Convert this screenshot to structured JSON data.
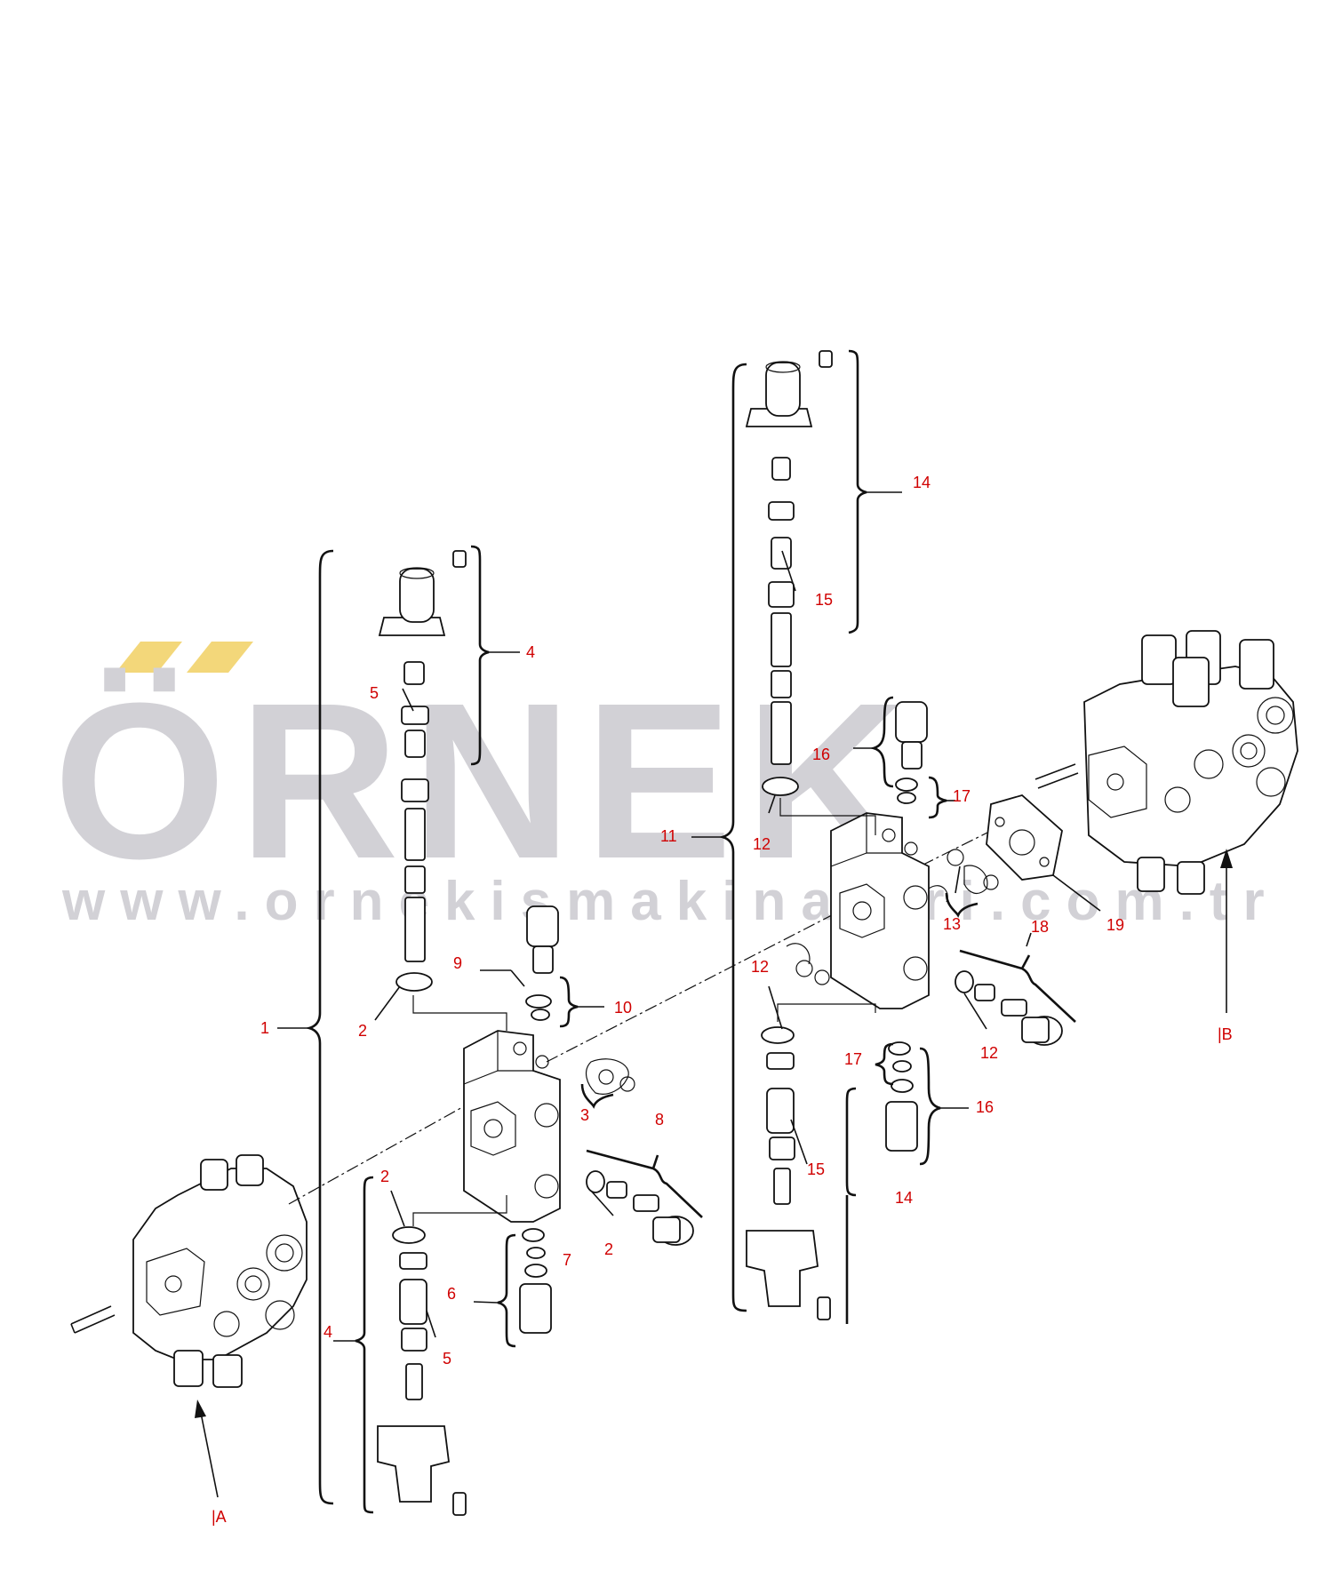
{
  "watermark": {
    "brand": "ÖRNEK",
    "url": "www.ornekismakinalari.com.tr",
    "accent_color": "#f3d77a",
    "text_color": "#d2d1d6"
  },
  "callouts": {
    "c1": "1",
    "c2a": "2",
    "c2b": "2",
    "c2c": "2",
    "c3": "3",
    "c4a": "4",
    "c4b": "4",
    "c5a": "5",
    "c5b": "5",
    "c6": "6",
    "c7": "7",
    "c8": "8",
    "c9": "9",
    "c10": "10",
    "c11": "11",
    "c12a": "12",
    "c12b": "12",
    "c12c": "12",
    "c13": "13",
    "c14a": "14",
    "c14b": "14",
    "c15a": "15",
    "c15b": "15",
    "c16a": "16",
    "c16b": "16",
    "c17a": "17",
    "c17b": "17",
    "c18": "18",
    "c19": "19"
  },
  "view_refs": {
    "a": "|A",
    "b": "|B"
  }
}
